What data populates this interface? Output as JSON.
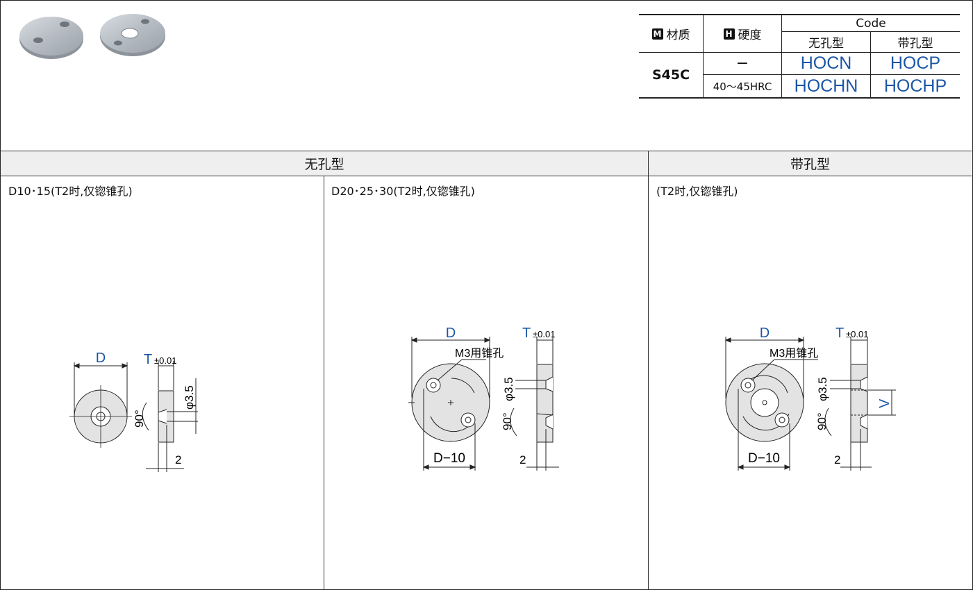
{
  "material_table": {
    "material_header": "材质",
    "material_badge": "M",
    "hardness_header": "硬度",
    "hardness_badge": "H",
    "code_header": "Code",
    "type_no_hole": "无孔型",
    "type_with_hole": "带孔型",
    "material_value": "S45C",
    "hardness_none": "−",
    "hardness_range": "40～45HRC",
    "code_hocn": "HOCN",
    "code_hocp": "HOCP",
    "code_hochn": "HOCHN",
    "code_hochp": "HOCHP"
  },
  "sections": {
    "no_hole_title": "无孔型",
    "with_hole_title": "带孔型",
    "note_d10_15": "D10･15(T2时,仅锪锥孔)",
    "note_d20_30": "D20･25･30(T2时,仅锪锥孔)",
    "note_with_hole": "(T2时,仅锪锥孔)"
  },
  "drawing_labels": {
    "dim_d": "D",
    "dim_t": "T",
    "tolerance": "±0.01",
    "hole_dia": "φ3.5",
    "angle": "90°",
    "depth": "2",
    "m3_label": "M3用锥孔",
    "pitch": "D−10",
    "dim_v": "V"
  },
  "colors": {
    "accent_blue": "#1b56a6",
    "part_fill": "#e3e3e3"
  }
}
